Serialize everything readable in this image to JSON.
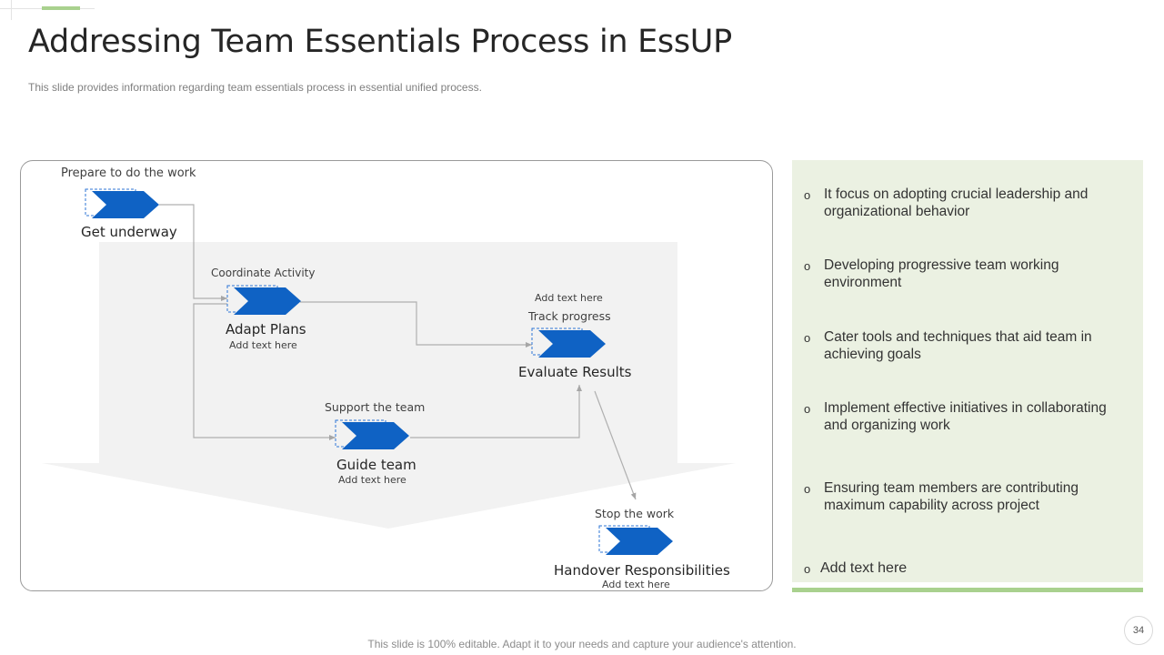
{
  "header": {
    "title": "Addressing Team Essentials Process in EssUP",
    "subtitle": "This slide provides information regarding team essentials process in essential unified process."
  },
  "diagram": {
    "steps": [
      {
        "label": "Get underway",
        "top_label": "Prepare to do the work",
        "sub_label": ""
      },
      {
        "label": "Adapt Plans",
        "top_label": "Coordinate Activity",
        "sub_label": "Add text here"
      },
      {
        "label": "Evaluate Results",
        "top_label": "Track progress",
        "pre_label": "Add text here",
        "sub_label": ""
      },
      {
        "label": "Guide team",
        "top_label": "Support the team",
        "sub_label": "Add text here"
      },
      {
        "label": "Handover Responsibilities",
        "top_label": "Stop the work",
        "sub_label": "Add text here"
      }
    ]
  },
  "points": [
    "It focus on adopting crucial leadership and organizational behavior",
    "Developing progressive team working environment",
    "Cater tools and techniques that aid team in achieving goals",
    "Implement effective initiatives in collaborating and organizing work",
    "Ensuring team members are contributing maximum capability across project",
    "Add text here"
  ],
  "bullet_mark": "o",
  "footer": "This slide is 100% editable. Adapt it to your needs and capture your audience's attention.",
  "page_number": "34",
  "colors": {
    "accent": "#a9d18e",
    "chevron": "#0f62c4",
    "panel": "#ebf1e2"
  }
}
